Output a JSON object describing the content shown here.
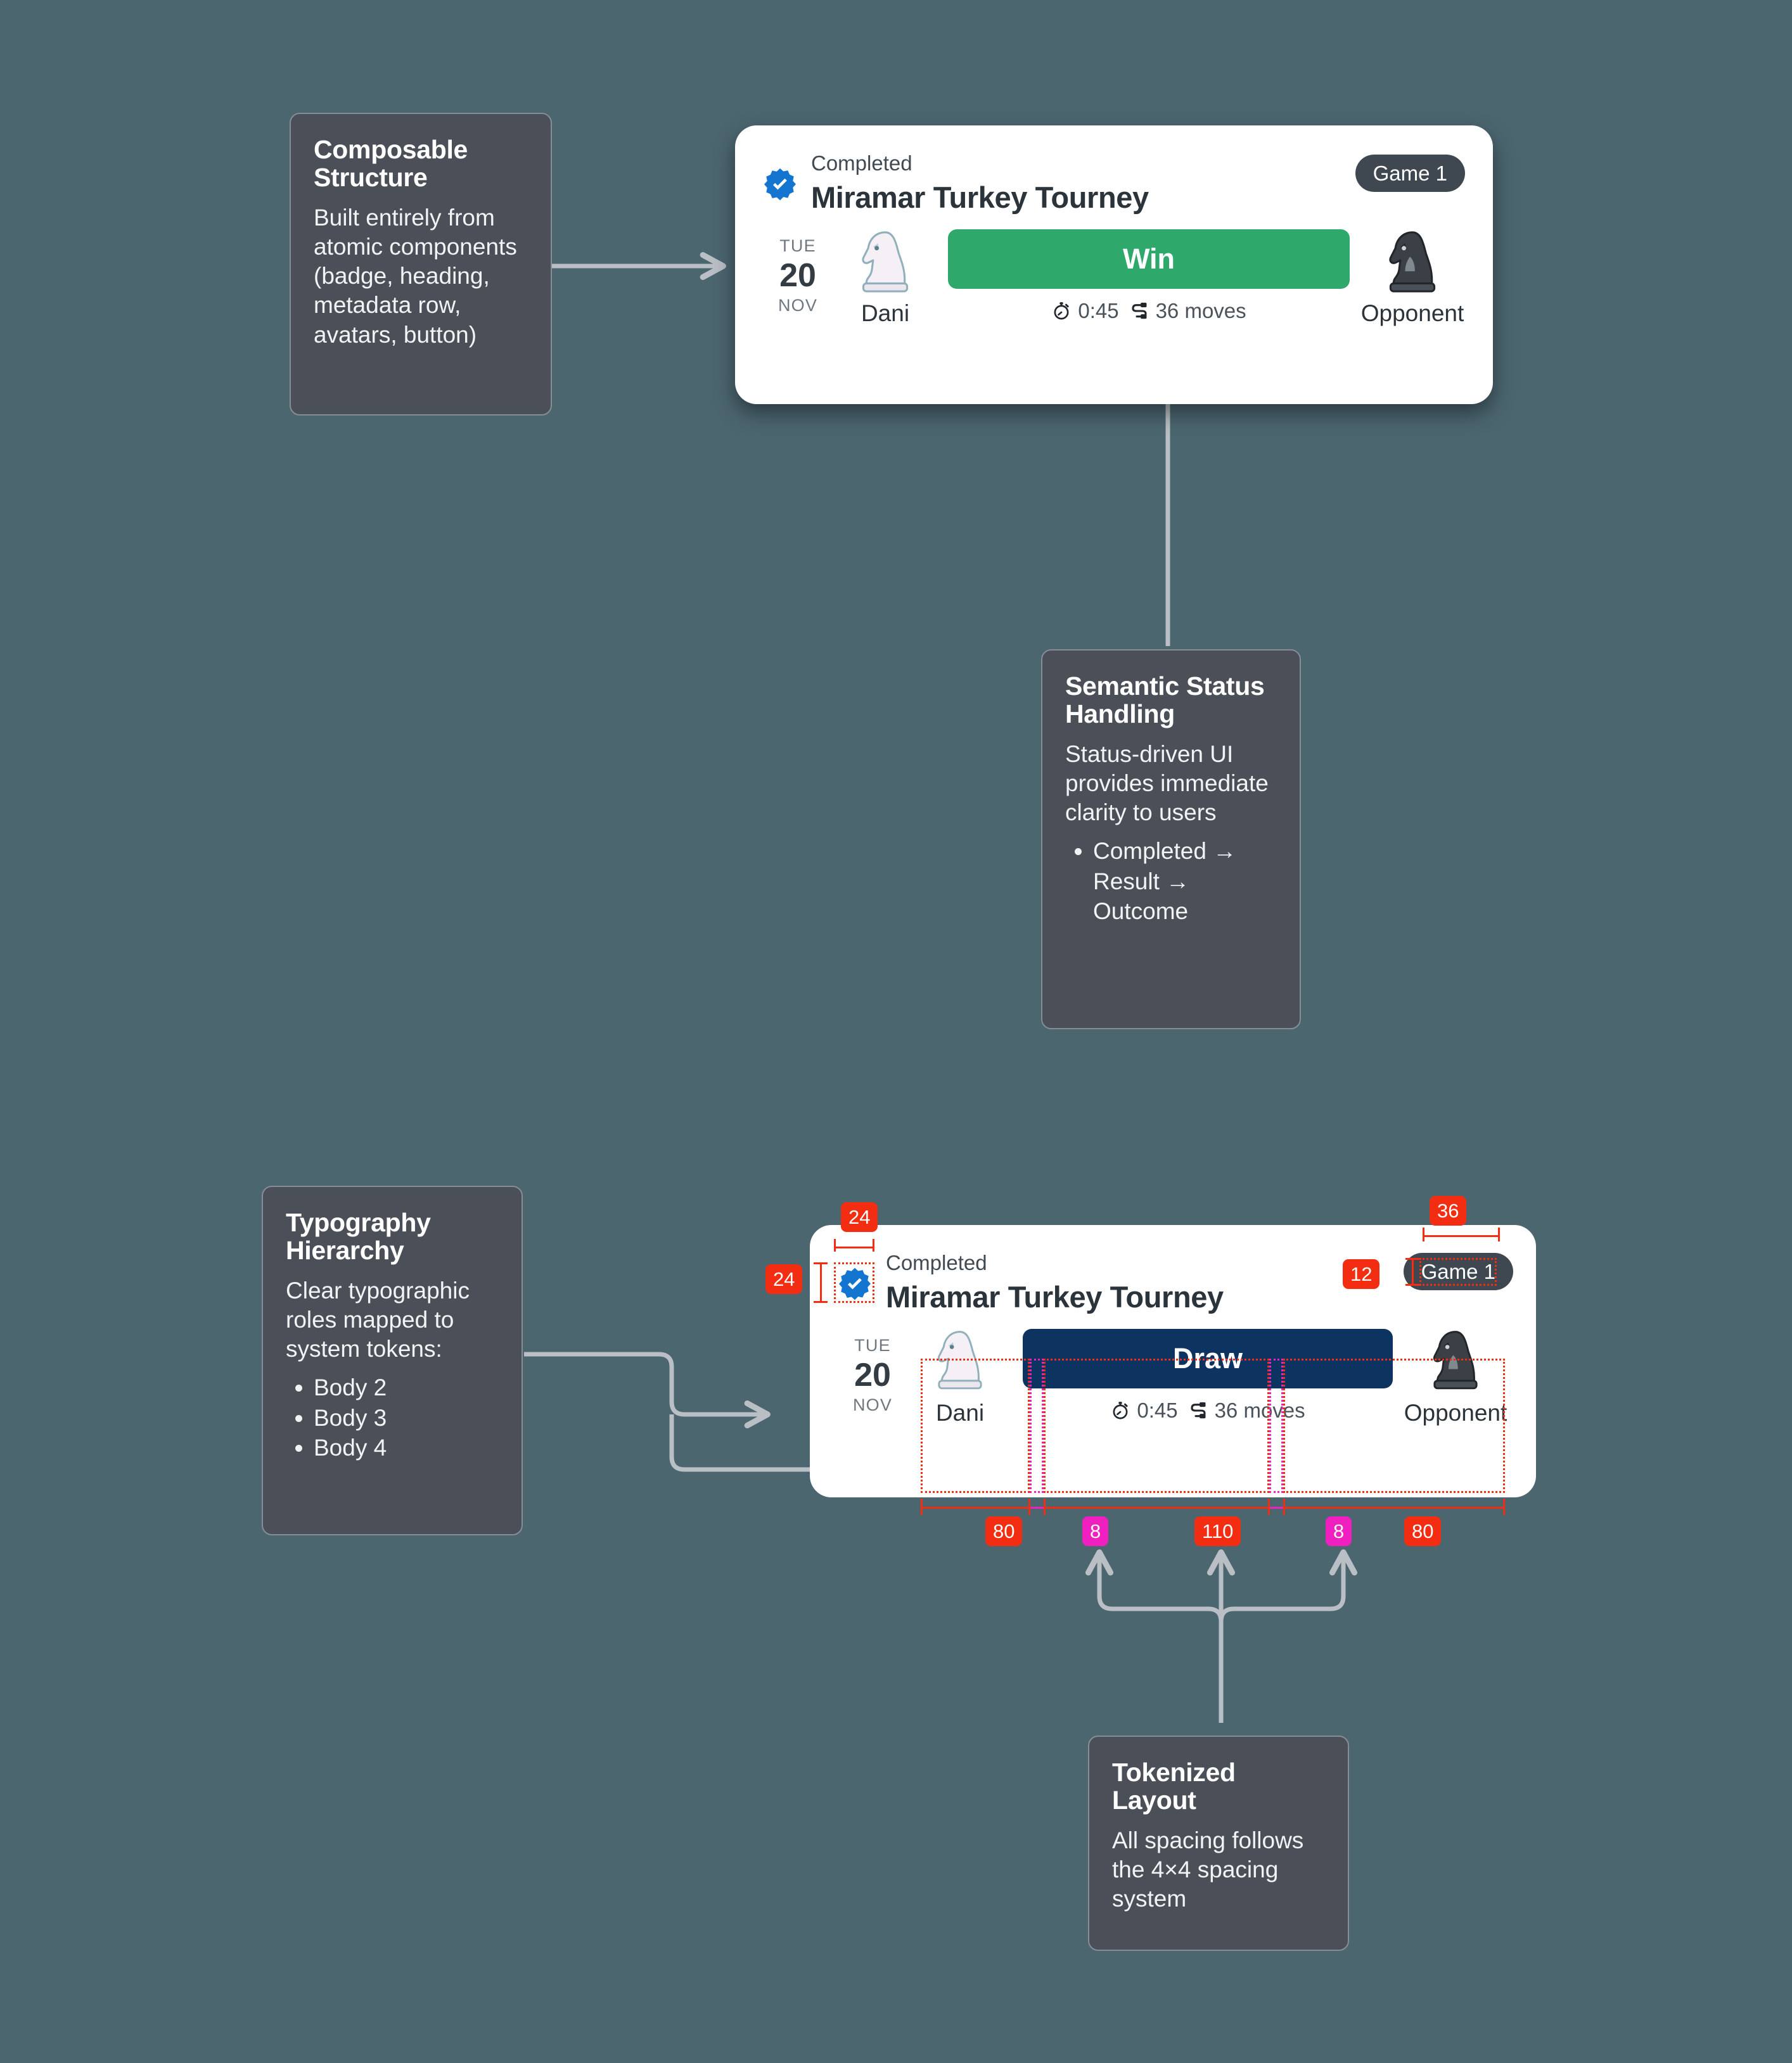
{
  "background_color": "#4C6670",
  "notes": [
    {
      "id": "composable-structure",
      "title": "Composable Structure",
      "body": "Built entirely from atomic components (badge, heading, metadata row, avatars, button)",
      "bullets": []
    },
    {
      "id": "semantic-status-handling",
      "title": "Semantic Status Handling",
      "body": "Status-driven UI provides immediate clarity to users",
      "bullets": [
        "Completed → Result → Outcome"
      ]
    },
    {
      "id": "typography-hierarchy",
      "title": "Typography Hierarchy",
      "body": "Clear typographic roles mapped to system tokens:",
      "bullets": [
        "Body 2",
        "Body 3",
        "Body 4"
      ]
    },
    {
      "id": "tokenized-layout",
      "title": "Tokenized Layout",
      "body": "All spacing follows the 4×4 spacing system",
      "bullets": []
    }
  ],
  "cards": [
    {
      "id": "card-win",
      "status": "Completed",
      "title": "Miramar Turkey Tourney",
      "game_pill": "Game 1",
      "date": {
        "dow": "TUE",
        "day": "20",
        "mon": "NOV"
      },
      "player": {
        "name": "Dani",
        "avatar_icon": "white-knight-chess-piece",
        "avatar_glyph": "♞"
      },
      "opponent": {
        "name": "Opponent",
        "avatar_icon": "black-knight-chess-piece",
        "avatar_glyph": "♞"
      },
      "result": {
        "label": "Win",
        "color": "#2FA86B"
      },
      "meta": {
        "time_icon": "stopwatch-icon",
        "time": "0:45",
        "moves_icon": "swap-arrows-icon",
        "moves": "36 moves"
      },
      "verified_icon": "verified-check-badge-icon"
    },
    {
      "id": "card-draw",
      "status": "Completed",
      "title": "Miramar Turkey Tourney",
      "game_pill": "Game 1",
      "date": {
        "dow": "TUE",
        "day": "20",
        "mon": "NOV"
      },
      "player": {
        "name": "Dani",
        "avatar_icon": "white-knight-chess-piece",
        "avatar_glyph": "♞"
      },
      "opponent": {
        "name": "Opponent",
        "avatar_icon": "black-knight-chess-piece",
        "avatar_glyph": "♞"
      },
      "result": {
        "label": "Draw",
        "color": "#0D3460"
      },
      "meta": {
        "time_icon": "stopwatch-icon",
        "time": "0:45",
        "moves_icon": "swap-arrows-icon",
        "moves": "36 moves"
      },
      "verified_icon": "verified-check-badge-icon"
    }
  ],
  "measurements": {
    "badge_top_width": "24",
    "badge_left_height": "24",
    "pill_width": "36",
    "pill_pad": "12",
    "player_col": "80",
    "gap_left": "8",
    "result_col": "110",
    "gap_right": "8",
    "opponent_col": "80"
  }
}
